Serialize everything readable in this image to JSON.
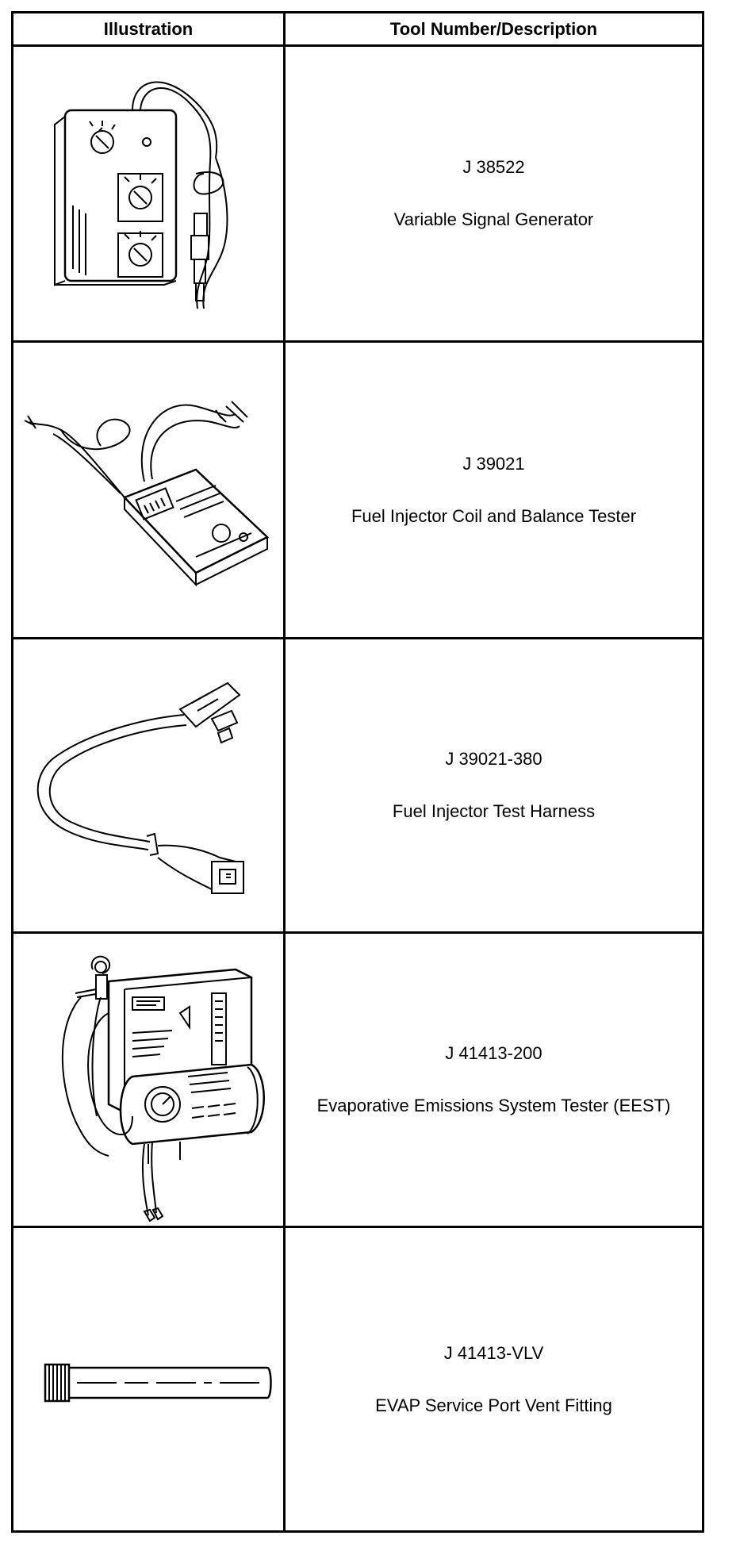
{
  "table": {
    "headers": {
      "illustration": "Illustration",
      "description": "Tool Number/Description"
    },
    "rows": [
      {
        "tool_number": "J 38522",
        "description": "Variable Signal Generator",
        "icon": "variable-signal-generator-illustration"
      },
      {
        "tool_number": "J 39021",
        "description": "Fuel Injector Coil and Balance Tester",
        "icon": "fuel-injector-tester-illustration"
      },
      {
        "tool_number": "J 39021-380",
        "description": "Fuel Injector Test Harness",
        "icon": "test-harness-illustration"
      },
      {
        "tool_number": "J 41413-200",
        "description": "Evaporative Emissions System Tester (EEST)",
        "icon": "eest-illustration"
      },
      {
        "tool_number": "J 41413-VLV",
        "description": "EVAP Service Port Vent Fitting",
        "icon": "vent-fitting-illustration"
      }
    ]
  }
}
